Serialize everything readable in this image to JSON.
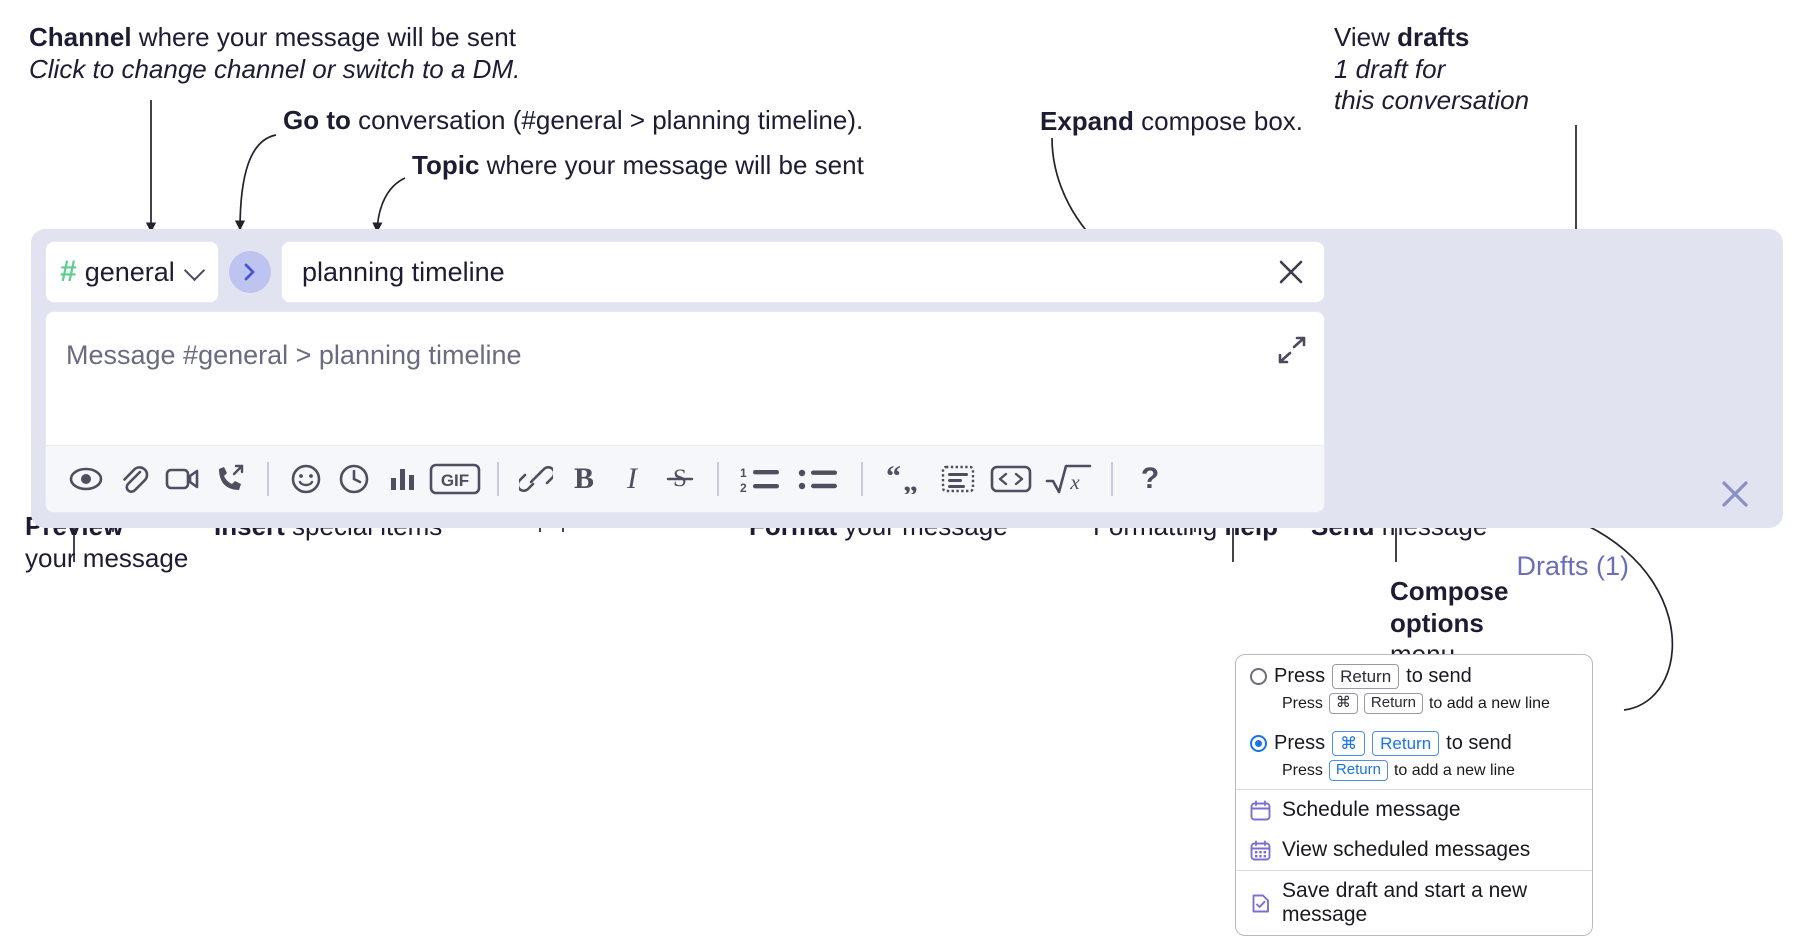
{
  "annotations": {
    "channel": {
      "bold": "Channel",
      "rest": " where your message will be sent",
      "sub": "Click to change channel or switch to a DM."
    },
    "goto": {
      "bold": "Go to",
      "rest": " conversation (#general > planning timeline)."
    },
    "topic": {
      "bold": "Topic",
      "rest": " where your message will be sent"
    },
    "expand": {
      "bold": "Expand",
      "rest": " compose box."
    },
    "drafts": {
      "bold_lead": "View ",
      "bold": "drafts",
      "sub1": "1 draft for",
      "sub2": "this conversation"
    },
    "preview": {
      "bold": "Preview",
      "sub": "your message"
    },
    "insert": {
      "bold": "Insert",
      "rest": " special items"
    },
    "format": {
      "bold": "Format",
      "rest": " your message"
    },
    "help": {
      "lead": "Formatting ",
      "bold": "help"
    },
    "send": {
      "bold": "Send",
      "rest": " message"
    },
    "compose_options": {
      "bold1": "Compose",
      "bold2": "options",
      "rest": "menu"
    }
  },
  "compose": {
    "channel_name": "general",
    "hash_symbol": "#",
    "topic_value": "planning timeline",
    "message_placeholder": "Message #general > planning timeline",
    "drafts_label": "Drafts (1)",
    "toolbar": [
      {
        "name": "preview-icon",
        "label": "Preview"
      },
      {
        "name": "attachment-icon",
        "label": "Attach file"
      },
      {
        "name": "video-icon",
        "label": "Record video clip"
      },
      {
        "name": "call-forward-icon",
        "label": "Huddle"
      },
      {
        "name": "separator",
        "label": ""
      },
      {
        "name": "emoji-icon",
        "label": "Emoji"
      },
      {
        "name": "clock-icon",
        "label": "Reminder"
      },
      {
        "name": "poll-icon",
        "label": "Poll"
      },
      {
        "name": "gif-icon",
        "label": "GIF"
      },
      {
        "name": "separator",
        "label": ""
      },
      {
        "name": "link-icon",
        "label": "Link"
      },
      {
        "name": "bold-icon",
        "label": "B"
      },
      {
        "name": "italic-icon",
        "label": "I"
      },
      {
        "name": "strikethrough-icon",
        "label": "S"
      },
      {
        "name": "separator",
        "label": ""
      },
      {
        "name": "ordered-list-icon",
        "label": "Ordered list"
      },
      {
        "name": "bulleted-list-icon",
        "label": "Bulleted list"
      },
      {
        "name": "separator",
        "label": ""
      },
      {
        "name": "blockquote-icon",
        "label": "Blockquote"
      },
      {
        "name": "code-block-icon",
        "label": "Code block"
      },
      {
        "name": "code-icon",
        "label": "Code"
      },
      {
        "name": "math-icon",
        "label": "Math"
      },
      {
        "name": "separator",
        "label": ""
      },
      {
        "name": "help-icon",
        "label": "?"
      }
    ]
  },
  "menu": {
    "option1": {
      "press": "Press",
      "key": "Return",
      "tail": "to send",
      "sub_press": "Press",
      "sub_key1": "⌘",
      "sub_key2": "Return",
      "sub_tail": "to add a new line",
      "selected": false
    },
    "option2": {
      "press": "Press",
      "key1": "⌘",
      "key2": "Return",
      "tail": "to send",
      "sub_press": "Press",
      "sub_key": "Return",
      "sub_tail": "to add a new line",
      "selected": true
    },
    "items": [
      {
        "icon": "calendar-icon",
        "label": "Schedule message"
      },
      {
        "icon": "calendar-grid-icon",
        "label": "View scheduled messages"
      },
      {
        "icon": "save-draft-icon",
        "label": "Save draft and start a new message"
      }
    ]
  },
  "colors": {
    "accent": "#5b5bf0",
    "panel": "#e1e3f1",
    "hash_green": "#5ece8e",
    "goto_bg": "#bec4f0",
    "drafts_text": "#6a6fb5",
    "radio_blue": "#1a73e8"
  }
}
